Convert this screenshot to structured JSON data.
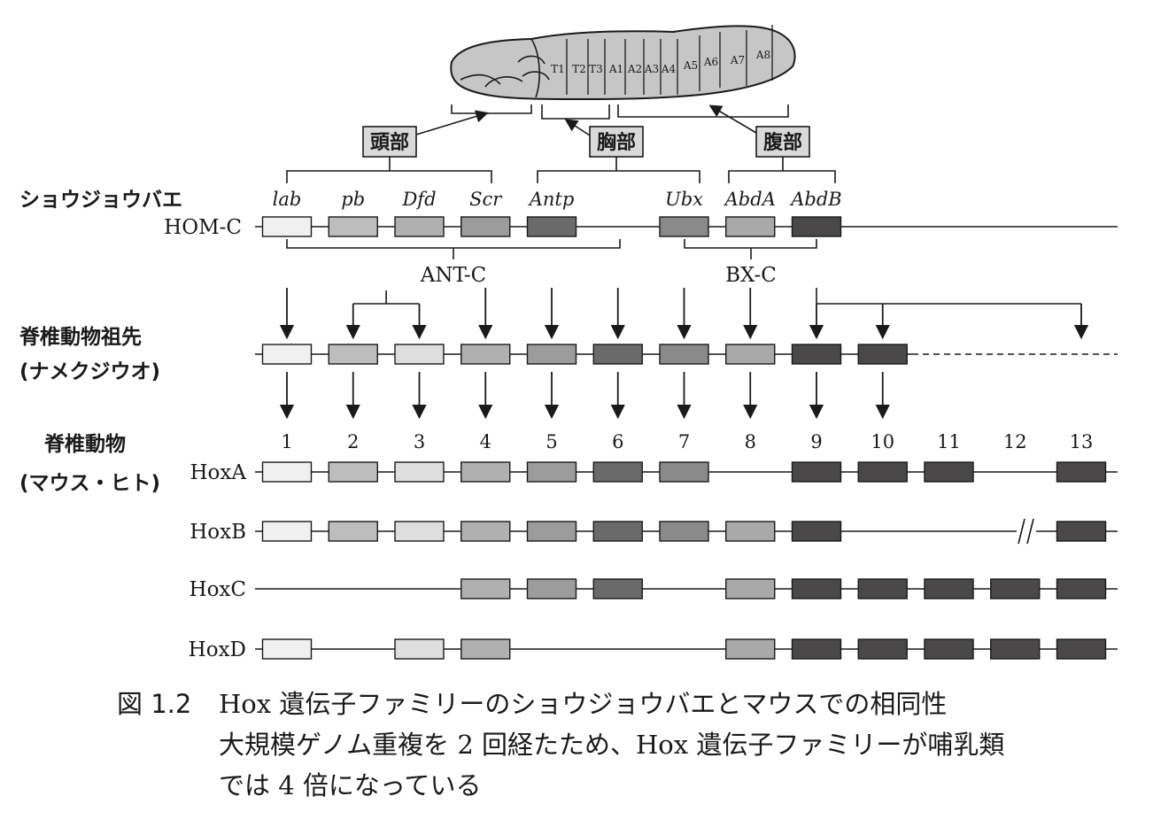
{
  "colors": {
    "lab": "#f0f0f0",
    "pb": "#bdbdbd",
    "g3": "#dedede",
    "dfd": "#b0b0b0",
    "scr": "#9c9c9c",
    "antp": "#6a6a6a",
    "ubx": "#8a8a8a",
    "abda": "#a9a9a9",
    "abdb": "#4a4848",
    "line": "#1a1a1a",
    "region_box": "#d9d9d9",
    "embryo": "#c6c6c6"
  },
  "embryo": {
    "segments": [
      "T1",
      "T2",
      "T3",
      "A1",
      "A2",
      "A3",
      "A4",
      "A5",
      "A6",
      "A7",
      "A8"
    ]
  },
  "regions": [
    {
      "id": "head",
      "label": "頭部"
    },
    {
      "id": "thorax",
      "label": "胸部"
    },
    {
      "id": "abdomen",
      "label": "腹部"
    }
  ],
  "fly": {
    "title": "ショウジョウバエ",
    "complex_label": "HOM-C",
    "genes": [
      {
        "name": "lab",
        "color_key": "lab"
      },
      {
        "name": "pb",
        "color_key": "pb"
      },
      {
        "name": "Dfd",
        "color_key": "dfd"
      },
      {
        "name": "Scr",
        "color_key": "scr"
      },
      {
        "name": "Antp",
        "color_key": "antp"
      },
      {
        "name": "Ubx",
        "color_key": "ubx"
      },
      {
        "name": "AbdA",
        "color_key": "abda"
      },
      {
        "name": "AbdB",
        "color_key": "abdb"
      }
    ],
    "subcomplexes": [
      "ANT-C",
      "BX-C"
    ]
  },
  "ancestor": {
    "title_line1": "脊椎動物祖先",
    "title_line2": "(ナメクジウオ)"
  },
  "vertebrate": {
    "title_line1": "脊椎動物",
    "title_line2": "(マウス・ヒト)",
    "columns": [
      "1",
      "2",
      "3",
      "4",
      "5",
      "6",
      "7",
      "8",
      "9",
      "10",
      "11",
      "12",
      "13"
    ],
    "clusters": [
      {
        "name": "HoxA",
        "present": [
          1,
          2,
          3,
          4,
          5,
          6,
          7,
          9,
          10,
          11,
          13
        ]
      },
      {
        "name": "HoxB",
        "present": [
          1,
          2,
          3,
          4,
          5,
          6,
          7,
          8,
          9,
          13
        ]
      },
      {
        "name": "HoxC",
        "present": [
          4,
          5,
          6,
          8,
          9,
          10,
          11,
          12,
          13
        ]
      },
      {
        "name": "HoxD",
        "present": [
          1,
          3,
          4,
          8,
          9,
          10,
          11,
          12,
          13
        ]
      }
    ]
  },
  "caption": {
    "number": "図 1.2",
    "line1": "Hox 遺伝子ファミリーのショウジョウバエとマウスでの相同性",
    "line2": "大規模ゲノム重複を 2 回経たため、Hox 遺伝子ファミリーが哺乳類",
    "line3": "では 4 倍になっている"
  }
}
